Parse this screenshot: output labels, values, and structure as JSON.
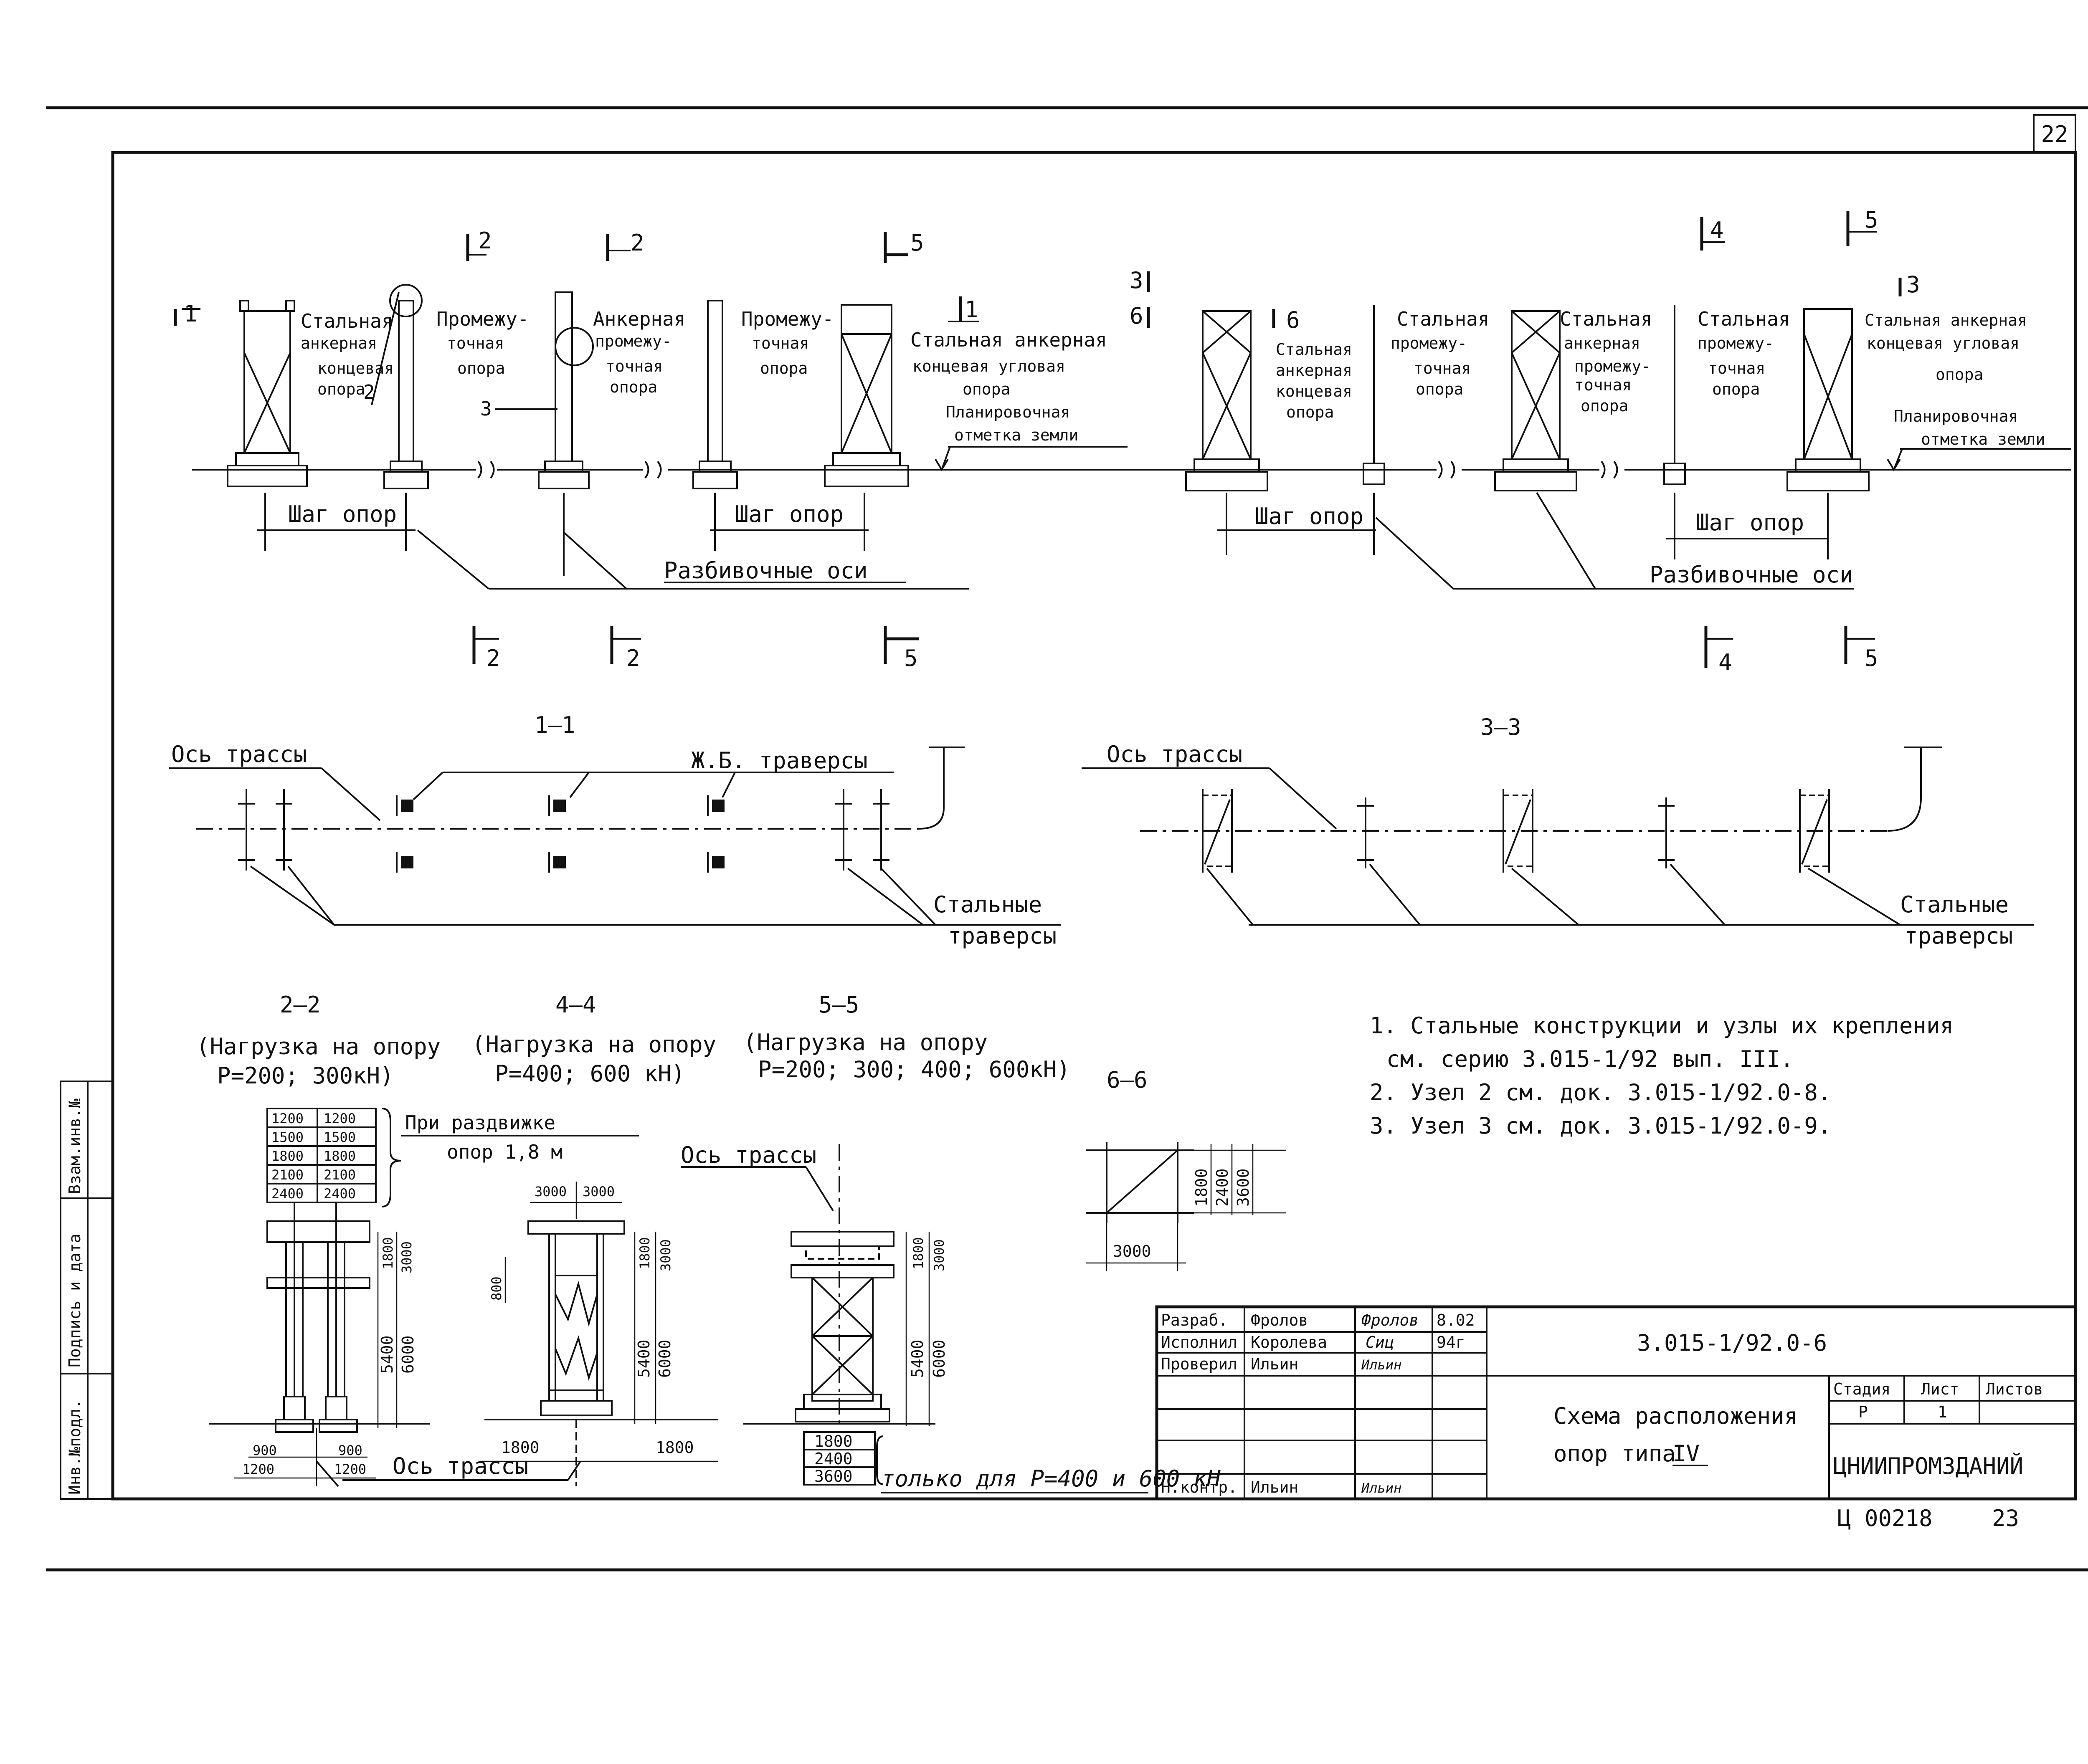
{
  "sheet": {
    "sheet_number": "22",
    "document_code": "3.015-1/92.0-6",
    "drawing_title_line1": "Схема расположения",
    "drawing_title_line2": "опор типа",
    "type_numeral": "IV",
    "organization": "ЦНИИПРОМЗДАНИЙ",
    "archive_code": "Ц 00218",
    "archive_page": "23"
  },
  "left_margin": {
    "inv_podl": "Инв.№подл.",
    "podpis_data": "Подпись и дата",
    "vzam_inv": "Взам.инв.№"
  },
  "title_block": {
    "rows": [
      {
        "role": "Разраб.",
        "name": "Фролов",
        "sign": "Фролов",
        "date": "8.02"
      },
      {
        "role": "Исполнил",
        "name": "Королева",
        "sign": "Сиц",
        "date": "94г"
      },
      {
        "role": "Проверил",
        "name": "Ильин",
        "sign": "Ильин",
        "date": ""
      },
      {
        "role": "Н.контр.",
        "name": "Ильин",
        "sign": "Ильин",
        "date": ""
      }
    ],
    "stage_header": "Стадия",
    "sheet_header": "Лист",
    "sheets_header": "Листов",
    "stage_value": "Р",
    "sheet_value": "1",
    "sheets_value": ""
  },
  "elevation_left": {
    "labels": {
      "steel_anchor_end_1": "Стальная",
      "steel_anchor_end_2": "анкерная",
      "steel_anchor_end_3": "концевая",
      "steel_anchor_end_4": "опора",
      "intermediate_1": "Промежу-",
      "intermediate_2": "точная",
      "intermediate_3": "опора",
      "anchor_int_1": "Анкерная",
      "anchor_int_2": "промежу-",
      "anchor_int_3": "точная",
      "anchor_int_4": "опора",
      "intermediate_b_1": "Промежу-",
      "intermediate_b_2": "точная",
      "intermediate_b_3": "опора",
      "steel_anchor_corner_1": "Стальная анкерная",
      "steel_anchor_corner_2": "концевая угловая",
      "steel_anchor_corner_3": "опора",
      "ground_1": "Планировочная",
      "ground_2": "отметка земли",
      "step": "Шаг опор",
      "step_b": "Шаг опор",
      "axes": "Разбивочные оси",
      "node_2": "2",
      "node_3": "3"
    },
    "section_marks": [
      "1",
      "2",
      "2",
      "5",
      "1",
      "2",
      "2",
      "5"
    ]
  },
  "elevation_right": {
    "labels": {
      "steel_anchor_end_1": "Стальная",
      "steel_anchor_end_2": "анкерная",
      "steel_anchor_end_3": "концевая",
      "steel_anchor_end_4": "опора",
      "steel_int_1": "Стальная",
      "steel_int_2": "промежу-",
      "steel_int_3": "точная",
      "steel_int_4": "опора",
      "steel_anchor_int_1": "Стальная",
      "steel_anchor_int_2": "анкерная",
      "steel_anchor_int_3": "промежу-",
      "steel_anchor_int_4": "точная",
      "steel_anchor_int_5": "опора",
      "steel_int_b_1": "Стальная",
      "steel_int_b_2": "промежу-",
      "steel_int_b_3": "точная",
      "steel_int_b_4": "опора",
      "corner_1": "Стальная анкерная",
      "corner_2": "концевая угловая",
      "corner_3": "опора",
      "ground_1": "Планировочная",
      "ground_2": "отметка земли",
      "step": "Шаг опор",
      "step_b": "Шаг опор",
      "axes": "Разбивочные оси"
    },
    "section_marks": [
      "3",
      "6",
      "6",
      "4",
      "5",
      "3",
      "4",
      "5"
    ]
  },
  "plan_1_1": {
    "title": "1—1",
    "axis_label": "Ось трассы",
    "rc_label": "Ж.Б. траверсы",
    "steel_label_1": "Стальные",
    "steel_label_2": "траверсы"
  },
  "plan_3_3": {
    "title": "3—3",
    "axis_label": "Ось трассы",
    "steel_label_1": "Стальные",
    "steel_label_2": "траверсы"
  },
  "section_2_2": {
    "title": "2—2",
    "load_1": "(Нагрузка на опору",
    "load_2": "Р=200; 300кН)",
    "spread_1": "При раздвижке",
    "spread_2": "опор 1,8 м",
    "dims_table": [
      [
        "1200",
        "1200"
      ],
      [
        "1500",
        "1500"
      ],
      [
        "1800",
        "1800"
      ],
      [
        "2100",
        "2100"
      ],
      [
        "2400",
        "2400"
      ]
    ],
    "h1": "1800",
    "h2": "3000",
    "h3": "5400",
    "h4": "6000",
    "b1": "900",
    "b2": "900",
    "b3": "1200",
    "b4": "1200"
  },
  "section_4_4": {
    "title": "4—4",
    "load_1": "(Нагрузка на опору",
    "load_2": "Р=400; 600 кН)",
    "w1": "3000",
    "w2": "3000",
    "h0": "800",
    "h1": "1800",
    "h2": "3000",
    "h3": "5400",
    "h4": "6000",
    "b1": "1800",
    "b2": "1800",
    "axis_label": "Ось трассы"
  },
  "section_5_5": {
    "title": "5—5",
    "load_1": "(Нагрузка на опору",
    "load_2": "Р=200; 300; 400; 600кН)",
    "axis_label": "Ось трассы",
    "h1": "1800",
    "h2": "3000",
    "h3": "5400",
    "h4": "6000",
    "d1": "1800",
    "d2": "2400",
    "d3": "3600",
    "only_for": "только для Р=400 и 600 кН"
  },
  "section_6_6": {
    "title": "6—6",
    "v1": "1800",
    "v2": "2400",
    "v3": "3600",
    "w": "3000"
  },
  "notes": {
    "n1a": "1. Стальные конструкции и узлы их крепления",
    "n1b": "см. серию 3.015-1/92 вып. III.",
    "n2": "2. Узел 2 см. док. 3.015-1/92.0-8.",
    "n3": "3. Узел 3 см. док. 3.015-1/92.0-9."
  }
}
